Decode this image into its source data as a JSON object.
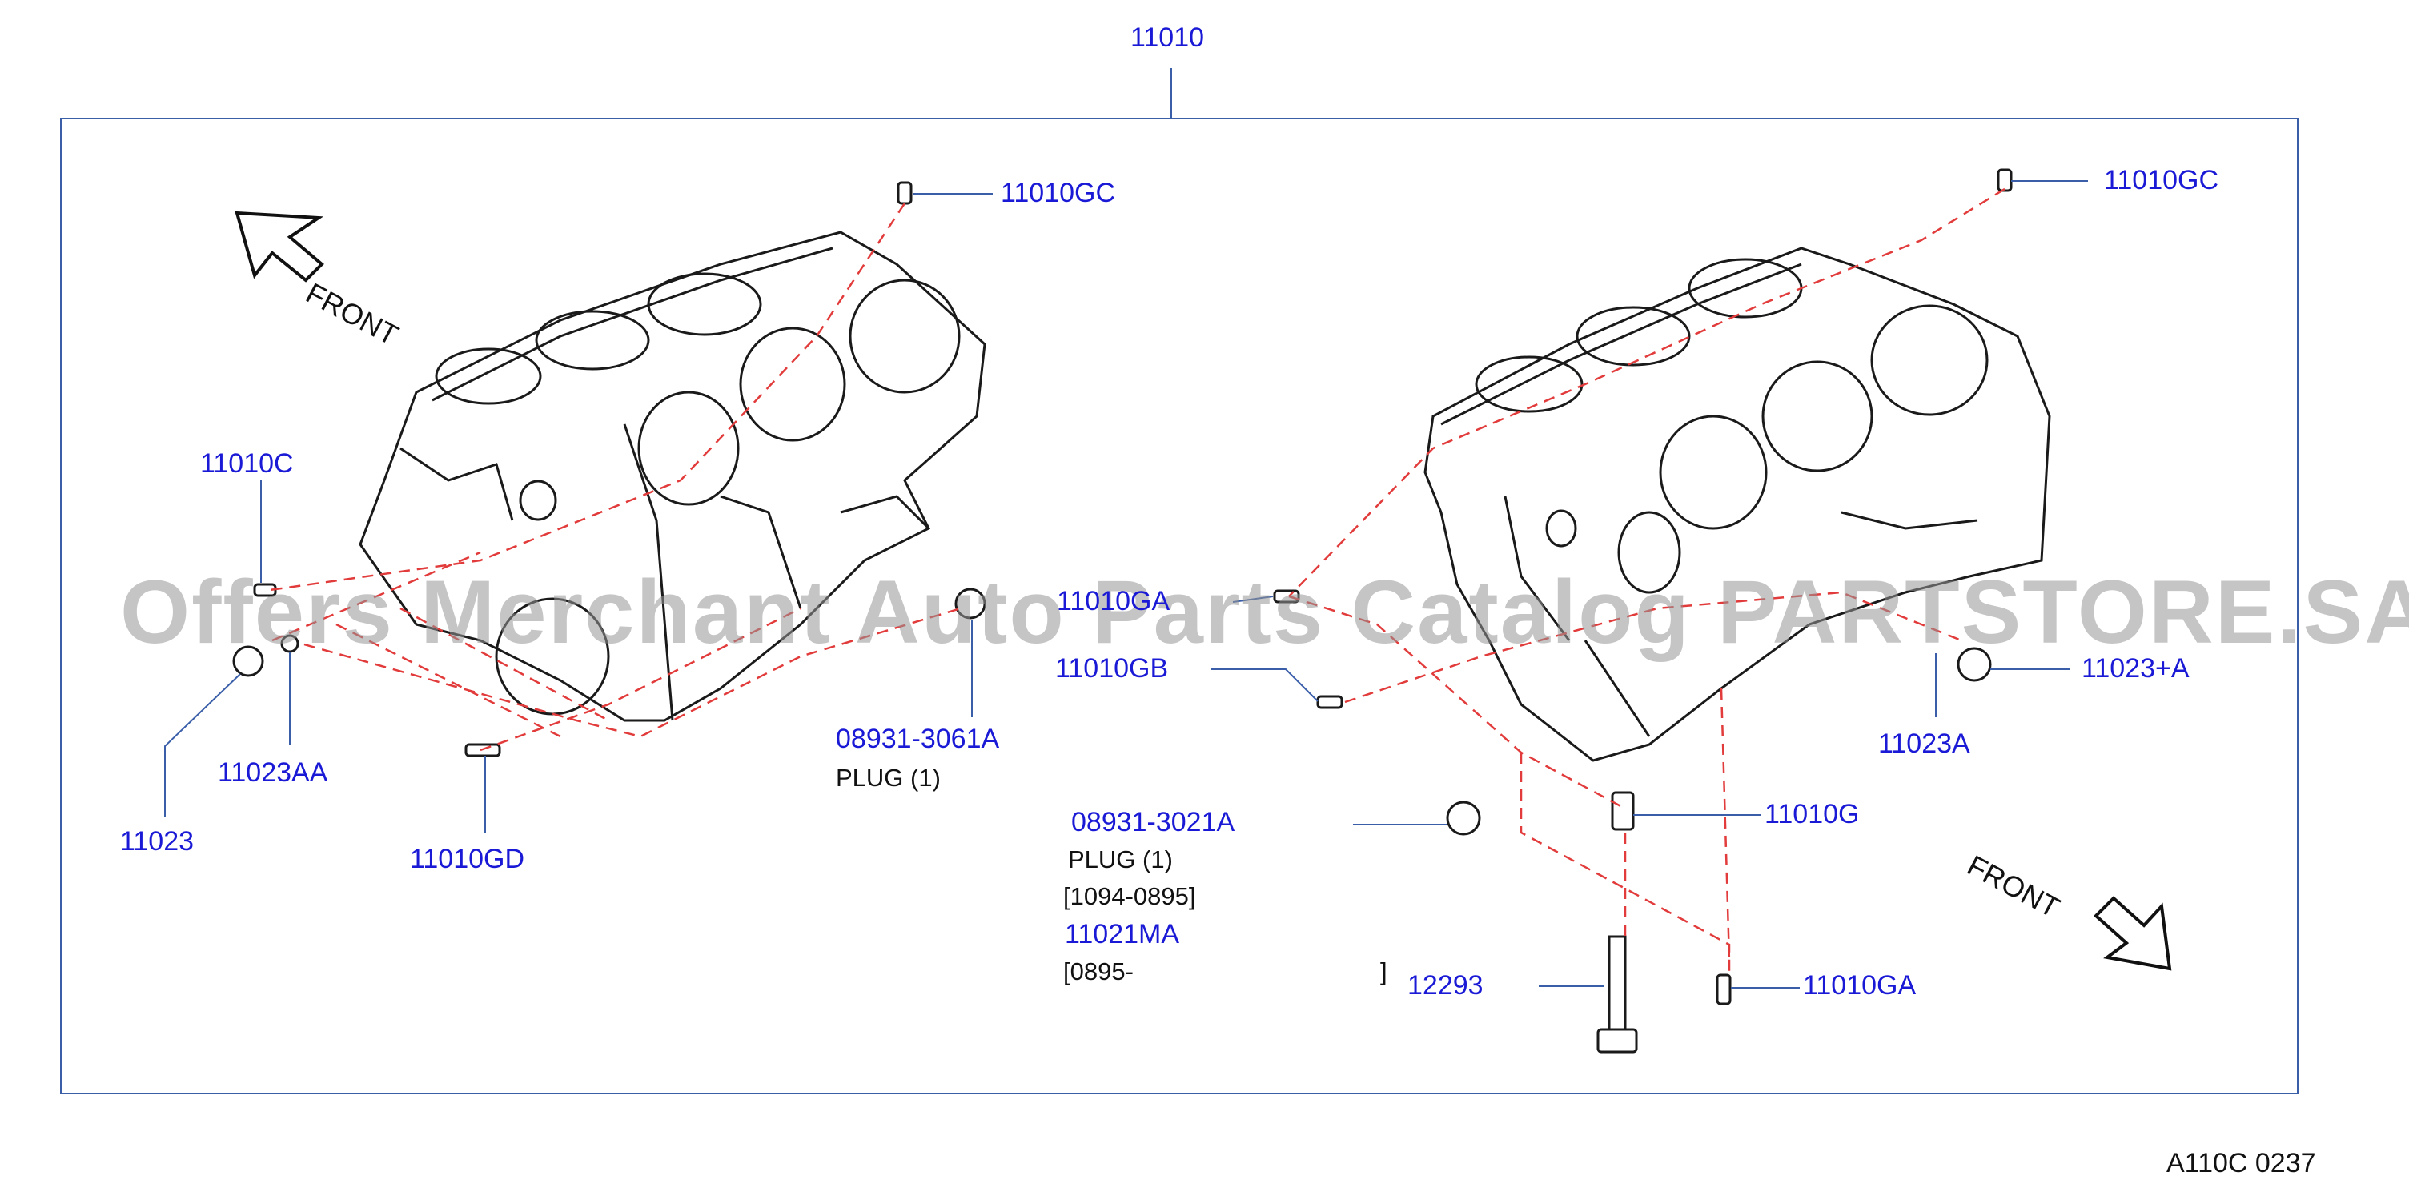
{
  "assembly_ref": "11010",
  "watermark": "Offers Merchant Auto Parts Catalog PARTSTORE.SA",
  "front_labels": {
    "left": "FRONT",
    "right": "FRONT"
  },
  "callouts": {
    "gc_left": "11010GC",
    "c_left": "11010C",
    "part_11023": "11023",
    "aa_left": "11023AA",
    "gd_left": "11010GD",
    "plug_left_code": "08931-3061A",
    "plug_left_desc": "PLUG    (1)",
    "ga_mid": "11010GA",
    "gb_mid": "11010GB",
    "gc_right": "11010GC",
    "plus_a": "11023+A",
    "a_right": "11023A",
    "plug_right_code": "08931-3021A",
    "plug_right_desc": "PLUG    (1)",
    "date_range_1": "[1094-0895]",
    "ma_right": "11021MA",
    "date_range_2_open": "[0895-",
    "date_range_2_close": "]",
    "g_right": "11010G",
    "bolt": "12293",
    "ga_right": "11010GA"
  },
  "page_code": "A110C  0237",
  "colors": {
    "callout_text": "#1a1ad6",
    "frame": "#3a5fa8",
    "dashed_lines": "#e23b3b",
    "outline": "#1a1a1a"
  }
}
